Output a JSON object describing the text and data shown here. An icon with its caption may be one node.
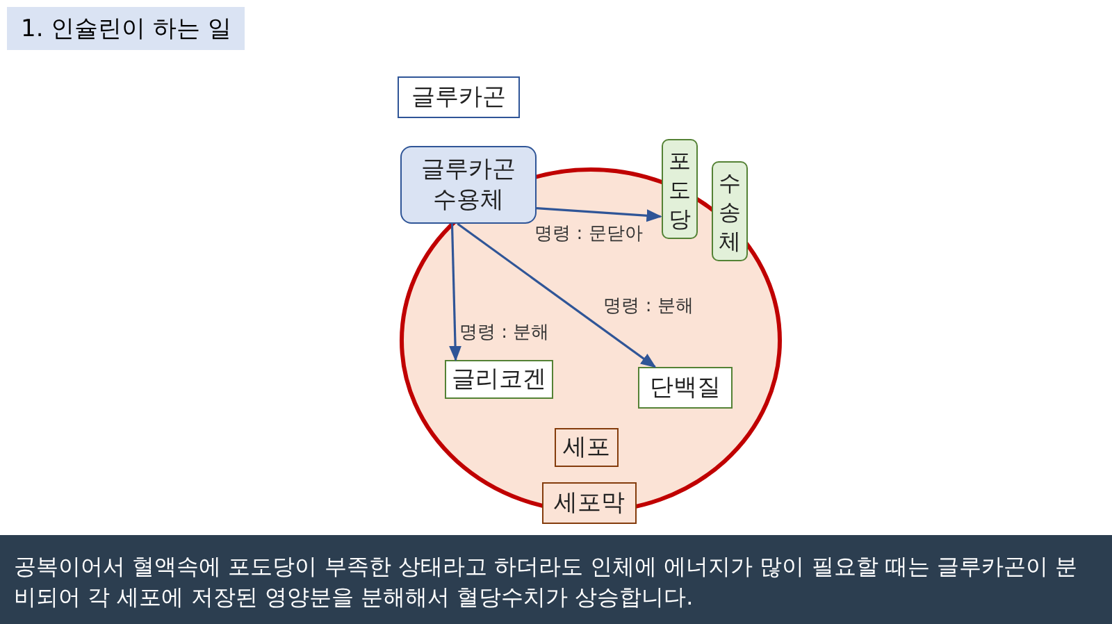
{
  "diagram": {
    "title": "1. 인슐린이 하는 일",
    "caption": "공복이어서 혈액속에 포도당이 부족한 상태라고 하더라도 인체에 에너지가 많이 필요할 때는 글루카곤이 분비되어 각 세포에 저장된 영양분을 분해해서 혈당수치가 상승합니다.",
    "nodes": [
      {
        "text": [],
        "shape": "circle"
      },
      {
        "text": [
          "글루카곤"
        ]
      },
      {
        "text": [
          "글루카곤 수용체"
        ]
      },
      {
        "text": [
          "포도당 수송체"
        ]
      },
      {
        "text": [
          "글리코겐"
        ],
        "in": 0
      },
      {
        "text": [
          "단백질"
        ],
        "in": 0
      },
      {
        "text": [
          "세포"
        ],
        "in": 0
      },
      {
        "text": [
          "세포막"
        ]
      }
    ],
    "edges": [
      {
        "from": 2,
        "to": 3,
        "arrow": "to",
        "label": "명령 : 문닫아"
      },
      {
        "from": 2,
        "to": 4,
        "arrow": "to",
        "label": "명령 : 분해"
      },
      {
        "from": 2,
        "to": 5,
        "arrow": "to",
        "label": "명령 : 분해"
      }
    ]
  }
}
